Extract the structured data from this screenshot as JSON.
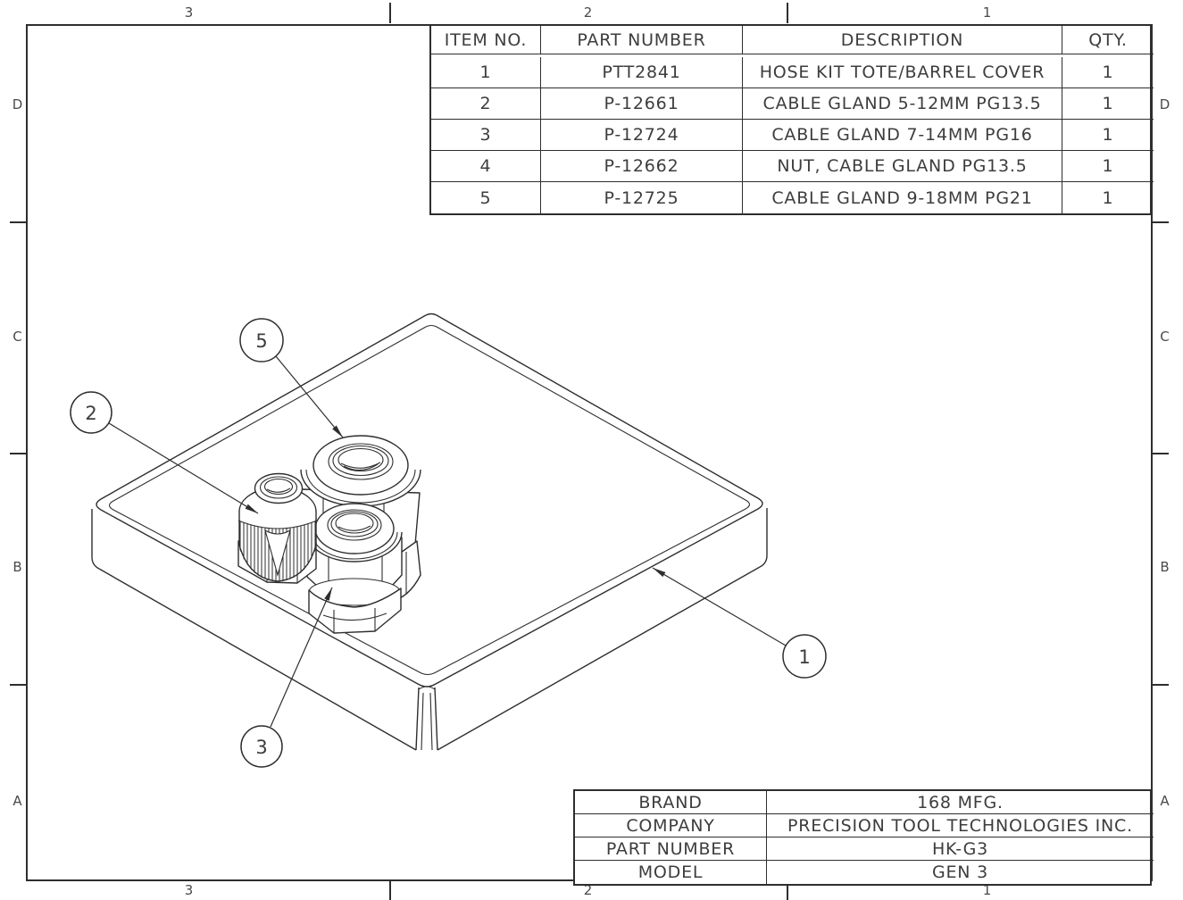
{
  "sheet": {
    "zone_columns": [
      "3",
      "2",
      "1"
    ],
    "zone_rows": [
      "D",
      "C",
      "B",
      "A"
    ],
    "bom": {
      "headers": [
        "ITEM NO.",
        "PART NUMBER",
        "DESCRIPTION",
        "QTY."
      ],
      "rows": [
        [
          "1",
          "PTT2841",
          "HOSE KIT TOTE/BARREL COVER",
          "1"
        ],
        [
          "2",
          "P-12661",
          "CABLE GLAND 5-12MM PG13.5",
          "1"
        ],
        [
          "3",
          "P-12724",
          "CABLE GLAND 7-14MM PG16",
          "1"
        ],
        [
          "4",
          "P-12662",
          "NUT, CABLE GLAND PG13.5",
          "1"
        ],
        [
          "5",
          "P-12725",
          "CABLE GLAND 9-18MM PG21",
          "1"
        ]
      ]
    },
    "title_block": {
      "labels": [
        "BRAND",
        "COMPANY",
        "PART NUMBER",
        "MODEL"
      ],
      "values": [
        "168 MFG.",
        "PRECISION TOOL TECHNOLOGIES INC.",
        "HK-G3",
        "GEN 3"
      ]
    },
    "balloons": [
      "1",
      "2",
      "3",
      "5"
    ],
    "colors": {
      "line": "#2e2e2e",
      "text": "#3d3d3d",
      "background": "#ffffff"
    }
  }
}
